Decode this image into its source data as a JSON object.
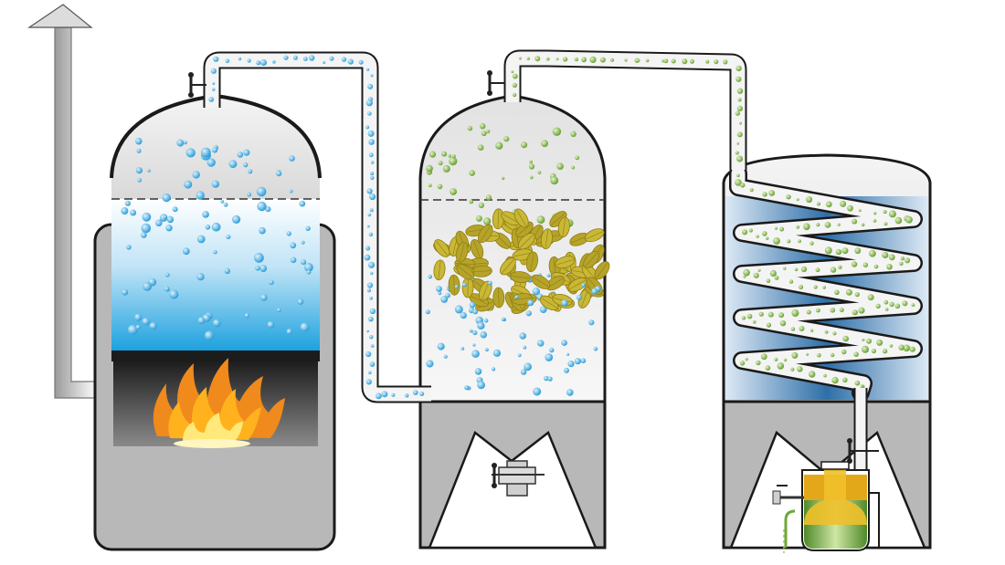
{
  "diagram": {
    "title": "",
    "stages": [
      {
        "id": "boiler",
        "kind": "steam-generator"
      },
      {
        "id": "still",
        "kind": "plant-material-vessel"
      },
      {
        "id": "condenser",
        "kind": "cooling-coil-tank"
      },
      {
        "id": "separator",
        "kind": "essential-oil-separator"
      }
    ],
    "colors": {
      "water_top": "#ffffff",
      "water_bottom": "#1aa0de",
      "steam_bubble": "#2fa8e0",
      "oil_bubble": "#7fb83a",
      "leaves": "#c9b736",
      "leaves_dark": "#8f7d12",
      "vessel_body": "#b8b8b8",
      "vessel_outline": "#1a1a1a",
      "coolant_dark": "#2e6fa8",
      "coolant_light": "#dde9f5",
      "flame_outer": "#f08a1c",
      "flame_inner": "#ffd42a",
      "chimney": "#cfcfcf",
      "separator_oil": "#e3a81a",
      "separator_green": "#6ea83a"
    }
  }
}
